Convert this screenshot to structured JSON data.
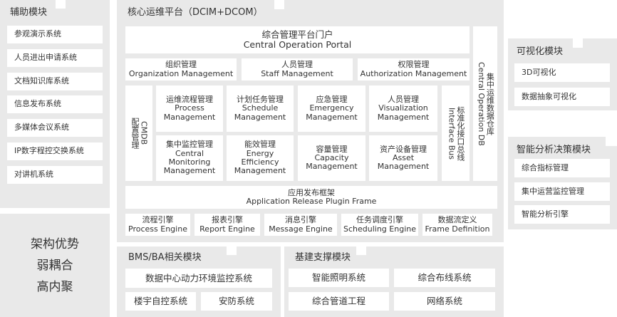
{
  "aux": {
    "title": "辅助模块",
    "items": [
      "参观演示系统",
      "人员进出申请系统",
      "文档知识库系统",
      "信息发布系统",
      "多媒体会议系统",
      "IP数字程控交换系统",
      "对讲机系统"
    ]
  },
  "advantage": {
    "lines": [
      "架构优势",
      "弱耦合",
      "高内聚"
    ]
  },
  "core": {
    "title": "核心运维平台（DCIM+DCOM）",
    "portal": {
      "zh": "综合管理平台门户",
      "en": "Central Operation Portal"
    },
    "mgmt": [
      {
        "zh": "组织管理",
        "en": "Organization Management"
      },
      {
        "zh": "人员管理",
        "en": "Staff Management"
      },
      {
        "zh": "权限管理",
        "en": "Authorization Management"
      }
    ],
    "cmdb": {
      "zh": "配置管理",
      "en": "CMDB"
    },
    "modules": [
      {
        "zh": "运维流程管理",
        "en": [
          "Process",
          "Management"
        ]
      },
      {
        "zh": "计划任务管理",
        "en": [
          "Schedule",
          "Management"
        ]
      },
      {
        "zh": "应急管理",
        "en": [
          "Emergency",
          "Management"
        ]
      },
      {
        "zh": "人员管理",
        "en": [
          "Visualization",
          "Management"
        ]
      },
      {
        "zh": "集中监控管理",
        "en": [
          "Central",
          "Monitoring",
          "Management"
        ]
      },
      {
        "zh": "能效管理",
        "en": [
          "Energy",
          "Efficiency",
          "Management"
        ]
      },
      {
        "zh": "容量管理",
        "en": [
          "Capacity",
          "Management"
        ]
      },
      {
        "zh": "资产设备管理",
        "en": [
          "Asset",
          "Management"
        ]
      }
    ],
    "interface_bus": {
      "zh": "标准化接口总线",
      "en": "Interface Bus"
    },
    "odb": {
      "zh": "集中运维数据仓库",
      "en": "Central Operation DB"
    },
    "release": {
      "zh": "应用发布框架",
      "en": "Application Release Plugin Frame"
    },
    "engines": [
      {
        "zh": "流程引擎",
        "en": "Process Engine"
      },
      {
        "zh": "报表引擎",
        "en": "Report Engine"
      },
      {
        "zh": "消息引擎",
        "en": "Message Engine"
      },
      {
        "zh": "任务调度引擎",
        "en": "Scheduling Engine"
      },
      {
        "zh": "数据流定义",
        "en": "Frame Definition"
      }
    ]
  },
  "visual": {
    "title": "可视化模块",
    "items": [
      "3D可视化",
      "数据抽象可视化"
    ]
  },
  "smart": {
    "title": "智能分析决策模块",
    "items": [
      "综合指标管理",
      "集中运营监控管理",
      "智能分析引擎"
    ]
  },
  "bms": {
    "title": "BMS/BA相关模块",
    "items": [
      "数据中心动力环境监控系统",
      "楼宇自控系统",
      "安防系统"
    ]
  },
  "infra": {
    "title": "基建支撑模块",
    "items": [
      "智能照明系统",
      "综合布线系统",
      "综合管道工程",
      "网络系统"
    ]
  }
}
